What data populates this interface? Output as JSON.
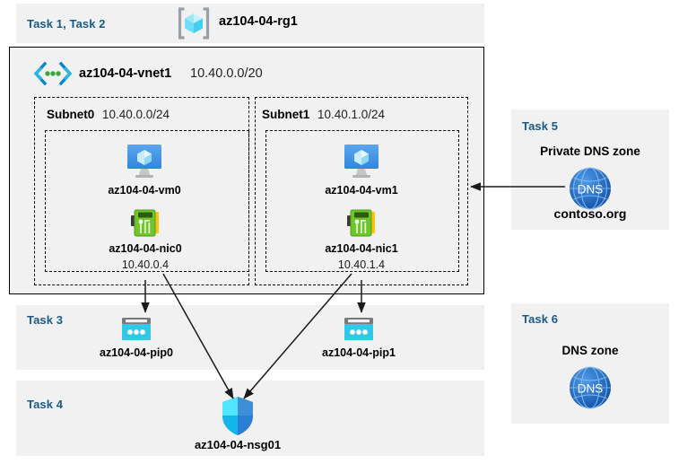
{
  "diagram": {
    "title_row": {
      "task_label": "Task 1, Task 2",
      "resource_group_name": "az104-04-rg1",
      "resource_group_icon": "resource-group-cube-icon"
    },
    "vnet": {
      "name": "az104-04-vnet1",
      "address_space": "10.40.0.0/20",
      "icon": "virtual-network-icon"
    },
    "subnets": [
      {
        "name": "Subnet0",
        "cidr": "10.40.0.0/24",
        "vm": {
          "name": "az104-04-vm0",
          "icon": "virtual-machine-icon"
        },
        "nic": {
          "name": "az104-04-nic0",
          "ip": "10.40.0.4",
          "icon": "network-interface-icon"
        }
      },
      {
        "name": "Subnet1",
        "cidr": "10.40.1.0/24",
        "vm": {
          "name": "az104-04-vm1",
          "icon": "virtual-machine-icon"
        },
        "nic": {
          "name": "az104-04-nic1",
          "ip": "10.40.1.4",
          "icon": "network-interface-icon"
        }
      }
    ],
    "task3": {
      "task_label": "Task 3",
      "public_ips": [
        {
          "name": "az104-04-pip0",
          "icon": "public-ip-address-icon"
        },
        {
          "name": "az104-04-pip1",
          "icon": "public-ip-address-icon"
        }
      ]
    },
    "task4": {
      "task_label": "Task 4",
      "nsg": {
        "name": "az104-04-nsg01",
        "icon": "network-security-group-shield-icon"
      }
    },
    "task5": {
      "task_label": "Task 5",
      "zone_title": "Private DNS zone",
      "zone_name": "contoso.org",
      "icon": "dns-globe-icon",
      "icon_text": "DNS"
    },
    "task6": {
      "task_label": "Task 6",
      "zone_title": "DNS zone",
      "icon": "dns-globe-icon",
      "icon_text": "DNS"
    },
    "colors": {
      "panel_bg": "#f1f1f1",
      "task_label": "#1a5a88",
      "azure_blue": "#0078d4",
      "cube_cyan": "#50e6ff",
      "nic_green": "#5fb832",
      "pip_cyan": "#32c8e6",
      "dns_blue": "#1d6fd0",
      "arrow": "#1a1a1a"
    }
  }
}
